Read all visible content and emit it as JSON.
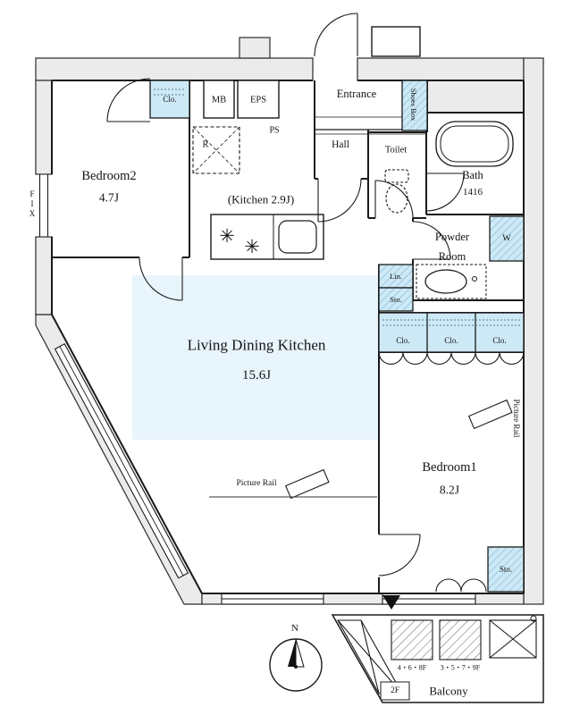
{
  "floorplan": {
    "rooms": {
      "bedroom2": {
        "name": "Bedroom2",
        "size": "4.7J"
      },
      "kitchen": {
        "label": "(Kitchen 2.9J)"
      },
      "ldk": {
        "name": "Living Dining Kitchen",
        "size": "15.6J"
      },
      "bedroom1": {
        "name": "Bedroom1",
        "size": "8.2J"
      },
      "entrance": {
        "name": "Entrance"
      },
      "hall": {
        "name": "Hall"
      },
      "toilet": {
        "name": "Toilet"
      },
      "bath": {
        "name": "Bath",
        "size": "1416"
      },
      "powder_room": {
        "line1": "Powder",
        "line2": "Room"
      },
      "balcony": {
        "name": "Balcony"
      }
    },
    "storage": {
      "closet": "Clo.",
      "shoes_box": "Shoes Box",
      "linen": "Lin.",
      "storage": "Sto.",
      "washer": "W",
      "refrigerator": "R"
    },
    "utility": {
      "meter_box": "MB",
      "eps": "EPS",
      "pipe_space": "PS"
    },
    "annotations": {
      "fix_window": "FIX",
      "picture_rail": "Picture Rail",
      "hatch_floors_a": "4・6・8F",
      "hatch_floors_b": "3・5・7・9F",
      "floor_2f": "2F",
      "north": "N"
    },
    "icons": {
      "burner": "✳"
    },
    "colors": {
      "wall": "#1a1a1a",
      "exterior_fill": "#ebebeb",
      "storage_fill": "#cde9f6",
      "ldk_floor_fill": "#e9f5fc"
    }
  }
}
